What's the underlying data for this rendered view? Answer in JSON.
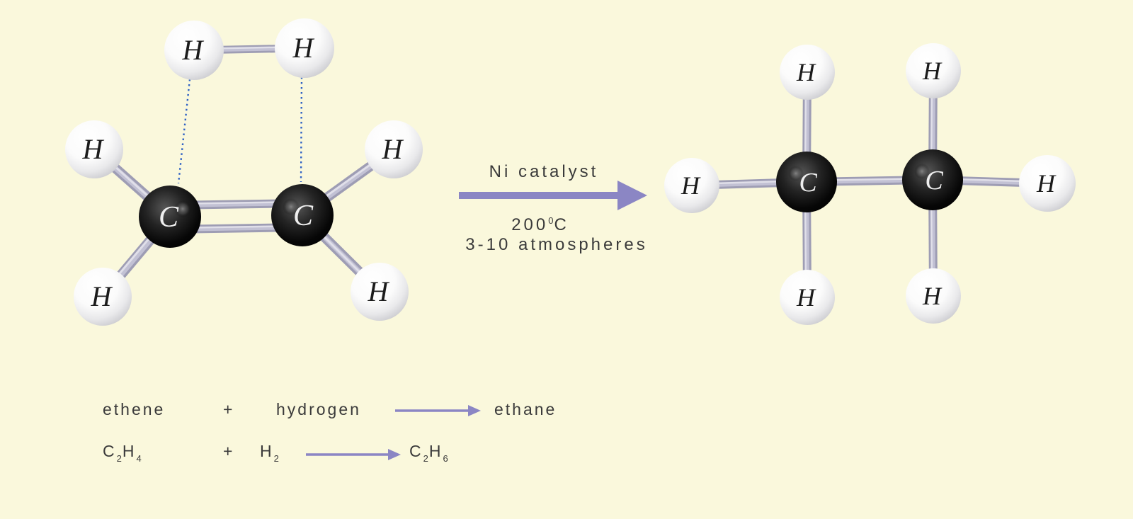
{
  "colors": {
    "background": "#faf8dc",
    "arrow": "#8b86c4",
    "text": "#3a3a3a",
    "forming_bond_dotted": "#2f62c4",
    "carbon_sphere": "#000000",
    "hydrogen_sphere": "#ffffff",
    "bond_gray": "#b3b2c7"
  },
  "conditions": {
    "catalyst": "Ni catalyst",
    "temperature_value": "200",
    "temperature_sup": "0",
    "temperature_unit": "C",
    "pressure": "3-10 atmospheres"
  },
  "word_equation": {
    "reactant1": "ethene",
    "plus": "+",
    "reactant2": "hydrogen",
    "product": "ethane"
  },
  "formula_equation": {
    "reactant1": {
      "e1": "C",
      "s1": "2",
      "e2": "H",
      "s2": "4"
    },
    "plus": "+",
    "reactant2": {
      "e1": "H",
      "s1": "2"
    },
    "product": {
      "e1": "C",
      "s1": "2",
      "e2": "H",
      "s2": "6"
    }
  },
  "molecules": {
    "hydrogen_molecule": {
      "atoms": [
        "H",
        "H"
      ]
    },
    "ethene": {
      "carbons": [
        "C",
        "C"
      ],
      "hydrogens": [
        "H",
        "H",
        "H",
        "H"
      ]
    },
    "ethane": {
      "carbons": [
        "C",
        "C"
      ],
      "hydrogens": [
        "H",
        "H",
        "H",
        "H",
        "H",
        "H"
      ]
    }
  }
}
